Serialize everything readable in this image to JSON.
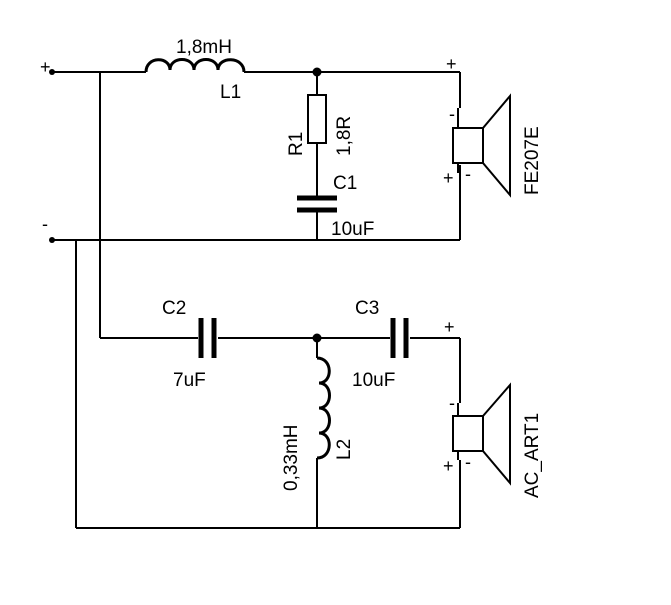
{
  "terminals": {
    "positive": "+",
    "negative": "-"
  },
  "components": {
    "l1": {
      "ref": "L1",
      "value": "1,8mH"
    },
    "r1": {
      "ref": "R1",
      "value": "1,8R"
    },
    "c1": {
      "ref": "C1",
      "value": "10uF"
    },
    "c2": {
      "ref": "C2",
      "value": "7uF"
    },
    "c3": {
      "ref": "C3",
      "value": "10uF"
    },
    "l2": {
      "ref": "L2",
      "value": "0,33mH"
    }
  },
  "speakers": {
    "top": {
      "name": "FE207E",
      "plus": "+",
      "minus": "-"
    },
    "bottom": {
      "name": "AC_ART1",
      "plus": "+",
      "minus": "-"
    }
  }
}
